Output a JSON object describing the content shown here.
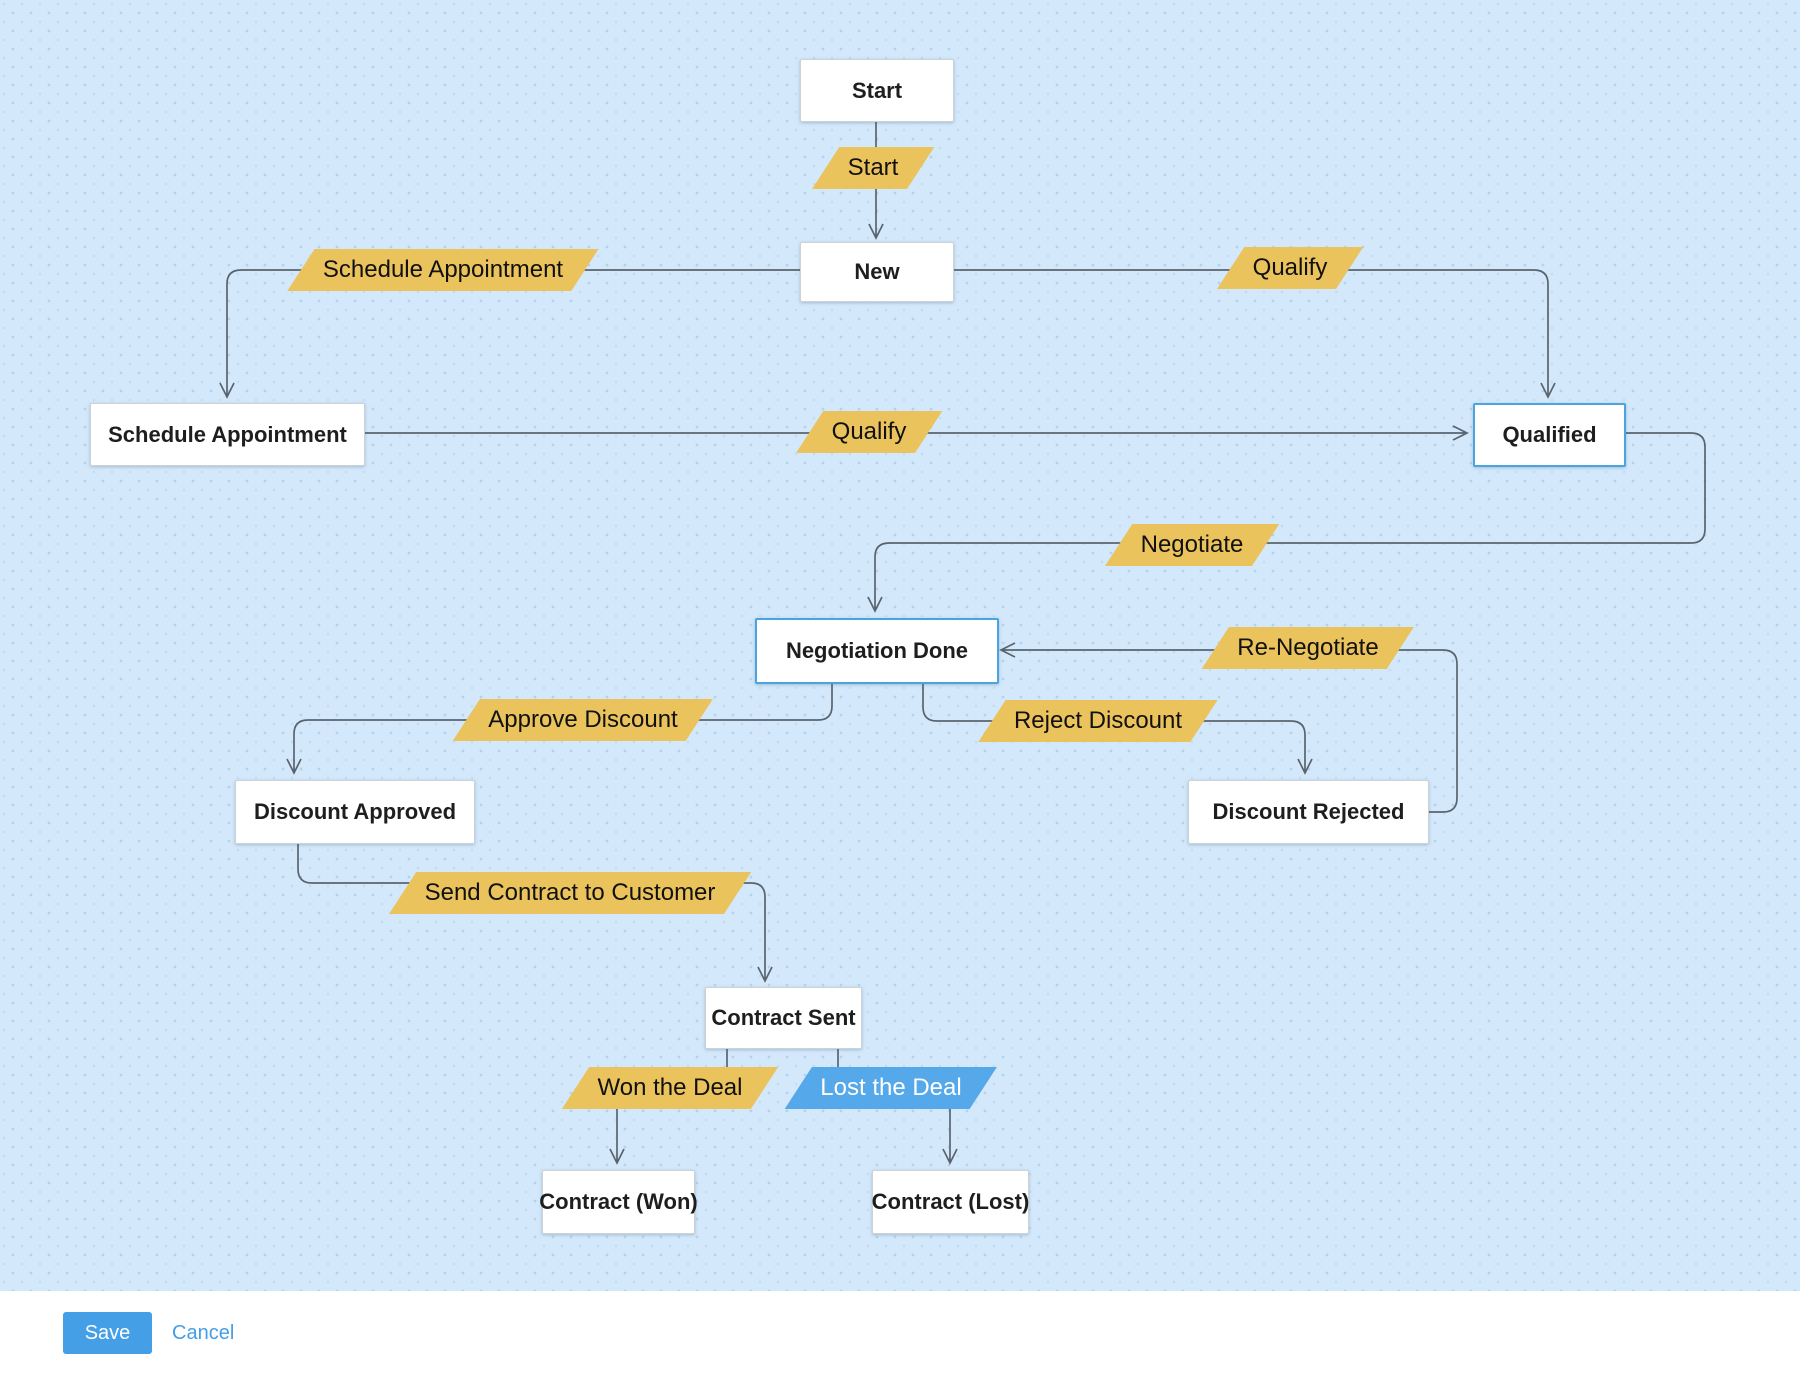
{
  "diagram": {
    "states": {
      "start": "Start",
      "new": "New",
      "schedule_appointment": "Schedule Appointment",
      "qualified": "Qualified",
      "negotiation_done": "Negotiation Done",
      "discount_approved": "Discount Approved",
      "discount_rejected": "Discount Rejected",
      "contract_sent": "Contract Sent",
      "contract_won": "Contract (Won)",
      "contract_lost": "Contract (Lost)"
    },
    "transitions": {
      "start": "Start",
      "schedule_appointment": "Schedule Appointment",
      "qualify_from_new": "Qualify",
      "qualify_from_schedule": "Qualify",
      "negotiate": "Negotiate",
      "re_negotiate": "Re-Negotiate",
      "approve_discount": "Approve Discount",
      "reject_discount": "Reject Discount",
      "send_contract": "Send Contract to Customer",
      "won_the_deal": "Won the Deal",
      "lost_the_deal": "Lost the Deal"
    },
    "edges": [
      {
        "from": "Start",
        "label": "Start",
        "to": "New"
      },
      {
        "from": "New",
        "label": "Schedule Appointment",
        "to": "Schedule Appointment"
      },
      {
        "from": "New",
        "label": "Qualify",
        "to": "Qualified"
      },
      {
        "from": "Schedule Appointment",
        "label": "Qualify",
        "to": "Qualified"
      },
      {
        "from": "Qualified",
        "label": "Negotiate",
        "to": "Negotiation Done"
      },
      {
        "from": "Negotiation Done",
        "label": "Approve Discount",
        "to": "Discount Approved"
      },
      {
        "from": "Negotiation Done",
        "label": "Reject Discount",
        "to": "Discount Rejected"
      },
      {
        "from": "Discount Rejected",
        "label": "Re-Negotiate",
        "to": "Negotiation Done"
      },
      {
        "from": "Discount Approved",
        "label": "Send Contract to Customer",
        "to": "Contract Sent"
      },
      {
        "from": "Contract Sent",
        "label": "Won the Deal",
        "to": "Contract (Won)"
      },
      {
        "from": "Contract Sent",
        "label": "Lost the Deal",
        "to": "Contract (Lost)"
      }
    ],
    "colors": {
      "canvas_background": "#d3e8fb",
      "transition_gold": "#ebc35c",
      "transition_blue": "#55a8ea",
      "highlight_border": "#49a4e0",
      "connector": "#5a646e"
    }
  },
  "footer": {
    "save": "Save",
    "cancel": "Cancel",
    "save_color": "#459fe6"
  }
}
